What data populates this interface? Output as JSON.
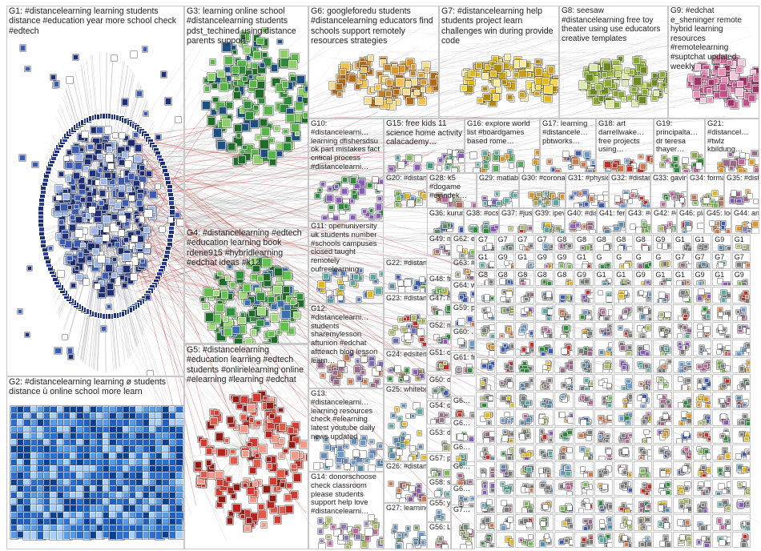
{
  "groups": [
    {
      "id": "G1",
      "label": "G1: #distancelearning learning students distance #education year more school check #edtech",
      "edge": "#1b2a6b",
      "colors": [
        "#1e2f7a",
        "#3a5bb0",
        "#9fb6e8",
        "#ffffff",
        "#1b2a6b"
      ]
    },
    {
      "id": "G2",
      "label": "G2: #distancelearning learning ø students distance ù online school more learn",
      "edge": "#3b7bd6",
      "colors": [
        "#1f5fbf",
        "#5a9be6",
        "#0d3f91",
        "#a9cff6",
        "#2a70d0"
      ]
    },
    {
      "id": "G3",
      "label": "G3: learning online school #distancelearning students pdst_techined using distance parents support",
      "edge": "#2e8b3a",
      "colors": [
        "#2e8b3a",
        "#5ab44a",
        "#1f6b2a",
        "#8ccf6a",
        "#1c4f80"
      ]
    },
    {
      "id": "G4",
      "label": "G4: #distancelearning #edtech #education learning book rdene915 #hybridlearning #edchat ideas #k12",
      "edge": "#2f8f3c",
      "colors": [
        "#2f8f3c",
        "#66c050",
        "#1d6a2a",
        "#a0d880",
        "#3a6fb0"
      ]
    },
    {
      "id": "G5",
      "label": "G5: #distancelearning #education learning #edtech students #onlinelearning online #elearning #learning #edchat",
      "edge": "#c0302a",
      "colors": [
        "#b8231e",
        "#e05a4a",
        "#8e1b14",
        "#f09a8a",
        "#d03a30"
      ]
    },
    {
      "id": "G6",
      "label": "G6: googleforedu students #distancelearning educators find schools support remotely resources strategies",
      "edge": "#d9962a",
      "colors": [
        "#d9962a",
        "#f0c050",
        "#b06a18",
        "#f5dc90",
        "#c0802a"
      ]
    },
    {
      "id": "G7",
      "label": "G7: #distancelearning help students project learn challenges win during provide code",
      "edge": "#d6b020",
      "colors": [
        "#e0b820",
        "#f5d84a",
        "#b08a10",
        "#f8ec9a",
        "#c8a018"
      ]
    },
    {
      "id": "G8",
      "label": "G8: seesaw #distancelearning free toy theater using use educators creative templates",
      "edge": "#9ab83a",
      "colors": [
        "#9ab83a",
        "#c0d86a",
        "#6a8a20",
        "#dcecaa",
        "#88a830"
      ]
    },
    {
      "id": "G9",
      "label": "G9: #edchat e_sheninger remote hybrid learning resources #remotelearning #suptchat updated weekly",
      "edge": "#c8508a",
      "colors": [
        "#c8508a",
        "#e890b8",
        "#a03068",
        "#f4c8dc",
        "#d870a0"
      ]
    },
    {
      "id": "G10",
      "label": "G10: #distancelearni… learning dfishersdsu ok part mistakes fact critical process #distancelearni…",
      "edge": "#8a5ab8"
    },
    {
      "id": "G11",
      "label": "G11: openuniversity uk students number #schools campuses closed taught remotely oufreelearning",
      "edge": "#5a7ab8"
    },
    {
      "id": "G12",
      "label": "G12: #distancelearni… students sharemylesson aftunion #edchat aftteach blog lesson learn…",
      "edge": "#7a6ab0"
    },
    {
      "id": "G13",
      "label": "G13: #distancelearni… learning resources check #elearning latest youtube daily news updated",
      "edge": "#6a8ab8"
    },
    {
      "id": "G14",
      "label": "G14: donorschoose check classroom please students support help love #distancelearni…",
      "edge": "#8a7ab0"
    },
    {
      "id": "G15",
      "label": "G15: free kids 11 science home activity calacademy…",
      "edge": "#3a9a8a"
    },
    {
      "id": "G16",
      "label": "G16: explore world list #boardgames based rome…",
      "edge": "#5aa860"
    },
    {
      "id": "G17",
      "label": "G17: learning #distancele… pbtworks…",
      "edge": "#6a9ac8"
    },
    {
      "id": "G18",
      "label": "G18: art darrellwake… free projects using…",
      "edge": "#c87a50"
    },
    {
      "id": "G19",
      "label": "G19: principalta… dr teresa thayer…",
      "edge": "#8aa850"
    },
    {
      "id": "G20",
      "label": "G20: #distanc… join #tcrwp zoom_…",
      "edge": "#5a9ab8"
    },
    {
      "id": "G21",
      "label": "G21: #distancel… #twlz kbildung…",
      "edge": "#b86a9a"
    },
    {
      "id": "G22",
      "label": "G22: #distanc… #hpeath… #physed students…",
      "edge": "#7ab85a"
    },
    {
      "id": "G23",
      "label": "G23: #distanc… learning distance resource…",
      "edge": "#6a6ab8"
    },
    {
      "id": "G24",
      "label": "G24: edsitem… #congre… neh_edu…",
      "edge": "#9a8a5a"
    },
    {
      "id": "G25",
      "label": "G25: whitebo… teacher #distanc… designe…",
      "edge": "#5a8aa8"
    },
    {
      "id": "G26",
      "label": "G26: #distanc… #onted lessons…",
      "edge": "#8a5a9a"
    },
    {
      "id": "G27",
      "label": "G27: learning teachers…",
      "edge": "#7a9a6a"
    },
    {
      "id": "G28",
      "label": "G28: k5 #dogame #evindek…",
      "edge": "#a86a5a"
    },
    {
      "id": "G29",
      "label": "G29: matlab learn…",
      "edge": "#5aa8a0"
    },
    {
      "id": "G30",
      "label": "G30: #corona… #weara…",
      "edge": "#a8a05a"
    },
    {
      "id": "G31",
      "label": "G31: #physic… learning…",
      "edge": "#6a7ac8"
    },
    {
      "id": "G32",
      "label": "G32: #distan… applee…",
      "edge": "#c86a7a"
    },
    {
      "id": "G33",
      "label": "G33: gavinn… plan…",
      "edge": "#6ab87a"
    },
    {
      "id": "G34",
      "label": "G34: format… salam…",
      "edge": "#b87a5a"
    },
    {
      "id": "G35",
      "label": "G35: #dista… mattrh…",
      "edge": "#7a5ab8"
    },
    {
      "id": "G36",
      "label": "G36: kurum…",
      "edge": "#5a8a6a"
    },
    {
      "id": "G37",
      "label": "G37: #just2…",
      "edge": "#9a6a8a"
    },
    {
      "id": "G38",
      "label": "G38: #ocsb…",
      "edge": "#6a9a9a"
    },
    {
      "id": "G39",
      "label": "G39: ipevo…",
      "edge": "#9a9a6a"
    },
    {
      "id": "G40",
      "label": "G40: #dist…",
      "edge": "#8a6ab8"
    },
    {
      "id": "G41",
      "label": "G41: ferie…",
      "edge": "#b86a6a"
    },
    {
      "id": "G42",
      "label": "G42: #dist…",
      "edge": "#6ab8a8"
    },
    {
      "id": "G43",
      "label": "G43: #dist…",
      "edge": "#a8b86a"
    },
    {
      "id": "G44",
      "label": "G44: and…",
      "edge": "#8a8ab8"
    },
    {
      "id": "G45",
      "label": "G45: looki…",
      "edge": "#b88a6a"
    },
    {
      "id": "G46",
      "label": "G46: play…",
      "edge": "#6a8ab8"
    },
    {
      "id": "G47",
      "label": "G47: hey…",
      "edge": "#9a7a6a"
    },
    {
      "id": "G48",
      "label": "G48: free…",
      "edge": "#7a9a8a"
    },
    {
      "id": "G49",
      "label": "G49: my…",
      "edge": "#8a7a9a"
    },
    {
      "id": "G50",
      "label": "G50: dist…",
      "edge": "#6a8a7a"
    },
    {
      "id": "G51",
      "label": "G51: ope…",
      "edge": "#9a8a7a"
    },
    {
      "id": "G52",
      "label": "G52: mat…",
      "edge": "#7a8a9a"
    },
    {
      "id": "G53",
      "label": "G53: doct…",
      "edge": "#8a9a7a"
    },
    {
      "id": "G54",
      "label": "G54: chil…",
      "edge": "#9a7a8a"
    },
    {
      "id": "G55",
      "label": "G55: yad…",
      "edge": "#7a7a9a"
    },
    {
      "id": "G56",
      "label": "G56: Lea…",
      "edge": "#8a8a7a"
    },
    {
      "id": "G57",
      "label": "G57: pha…",
      "edge": "#7a9a7a"
    },
    {
      "id": "G58",
      "label": "G58: star…",
      "edge": "#9a9a8a"
    },
    {
      "id": "G59",
      "label": "G59: peb…",
      "edge": "#8a7a7a"
    },
    {
      "id": "G60",
      "label": "G60: …",
      "edge": "#7a8a8a"
    },
    {
      "id": "G61",
      "label": "G61: free…",
      "edge": "#9a8a9a"
    },
    {
      "id": "G62",
      "label": "G62: ens…",
      "edge": "#8a9a9a"
    },
    {
      "id": "G63",
      "label": "G63: #ab…",
      "edge": "#9a9a7a"
    },
    {
      "id": "G64",
      "label": "G64: wel…",
      "edge": "#7a7a8a"
    },
    {
      "id": "G65",
      "label": "G6…",
      "edge": "#8a8a9a"
    },
    {
      "id": "G66",
      "label": "G6…",
      "edge": "#9a7a7a"
    },
    {
      "id": "G67",
      "label": "G6…",
      "edge": "#7a9a9a"
    },
    {
      "id": "G68",
      "label": "G6…",
      "edge": "#8a7a8a"
    },
    {
      "id": "G69",
      "label": "G6…",
      "edge": "#9a8a8a"
    },
    {
      "id": "G70",
      "label": "G7…",
      "edge": "#7a8a7a"
    }
  ],
  "small_labels": [
    "G7",
    "G7",
    "G7",
    "G7",
    "G8",
    "G8",
    "G8",
    "G8",
    "G8",
    "G9",
    "G1",
    "G1",
    "G9",
    "G1",
    "G1",
    "G9",
    "G1",
    "G9",
    "G9",
    "G1",
    "G",
    "G",
    "G",
    "G"
  ]
}
